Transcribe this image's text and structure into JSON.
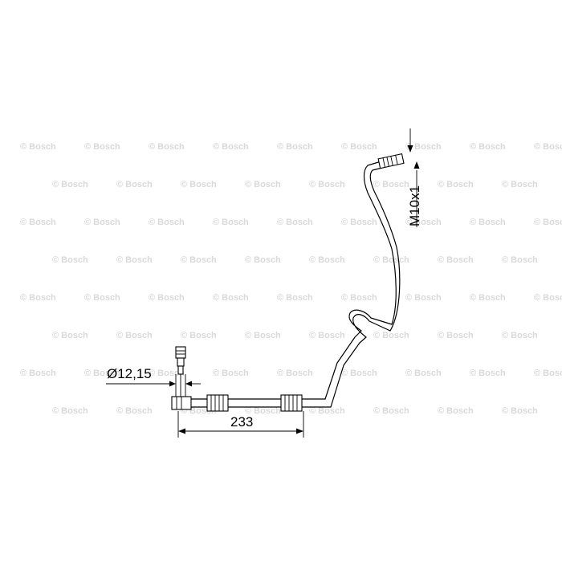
{
  "watermark": {
    "text": "© Bosch",
    "color": "#d9d9d9"
  },
  "dimensions": {
    "diameter_label": "Ø12,15",
    "length_label": "233",
    "thread_label": "M10x1"
  }
}
